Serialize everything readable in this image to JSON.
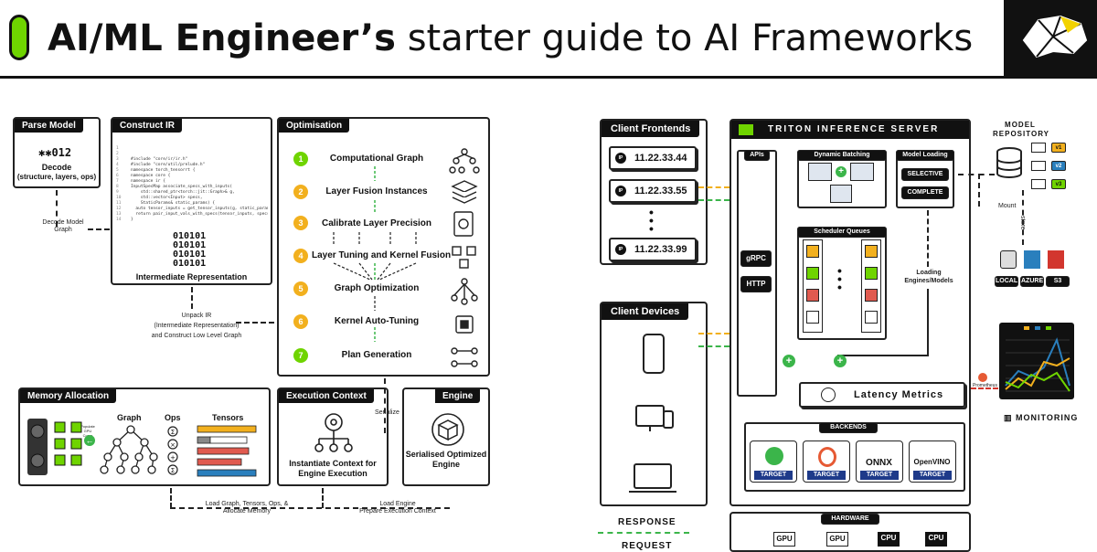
{
  "header": {
    "title_bold": "AI/ML Engineer’s",
    "title_rest": "starter guide to AI Frameworks",
    "accent_color": "#6fd400",
    "logo_icon": "brain-logo-icon"
  },
  "left": {
    "parse_model": {
      "title": "Parse Model",
      "glyph": "✱✱012",
      "label": "Decode",
      "sub": "(structure, layers, ops)"
    },
    "decode_edge": "Decode Model\nGraph",
    "construct_ir": {
      "title": "Construct IR",
      "code": [
        "#include \"core/ir/ir.h\"",
        "#include \"core/util/prelude.h\"",
        "",
        "namespace torch_tensorrt {",
        "namespace core {",
        "namespace ir {",
        "",
        "InputSpecMap associate_specs_with_inputs(",
        "    std::shared_ptr<torch::jit::Graph>& g,",
        "    std::vector<Input> specs,",
        "    StaticParams& static_params) {",
        "  auto tensor_inputs = get_tensor_inputs(g, static_params);",
        "  return pair_input_vals_with_specs(tensor_inputs, specs);",
        "}"
      ],
      "line_numbers": [
        "1",
        "2",
        "3",
        "4",
        "5",
        "6",
        "7",
        "8",
        "9",
        "10",
        "11",
        "12",
        "13",
        "14"
      ],
      "binary": [
        "010101",
        "010101",
        "010101",
        "010101"
      ],
      "label": "Intermediate Representation"
    },
    "unpack_edge": [
      "Unpack IR",
      "(Intermediate Representation)",
      "and Construct Low Level Graph"
    ],
    "optimisation": {
      "title": "Optimisation",
      "steps": [
        {
          "n": "1",
          "label": "Computational Graph",
          "icon": "tree-graph-icon"
        },
        {
          "n": "2",
          "label": "Layer Fusion Instances",
          "icon": "layers-icon"
        },
        {
          "n": "3",
          "label": "Calibrate Layer Precision",
          "icon": "document-gear-icon"
        },
        {
          "n": "4",
          "label": "Layer Tuning and Kernel Fusion",
          "icon": "cubes-icon"
        },
        {
          "n": "5",
          "label": "Graph Optimization",
          "icon": "network-graph-icon"
        },
        {
          "n": "6",
          "label": "Kernel Auto-Tuning",
          "icon": "chip-icon"
        },
        {
          "n": "7",
          "label": "Plan Generation",
          "icon": "plan-flow-icon"
        }
      ]
    },
    "memory": {
      "title": "Memory Allocation",
      "populate": "Populate GPU Cores",
      "graph": "Graph",
      "ops": "Ops",
      "tensors": "Tensors"
    },
    "execution": {
      "title": "Execution Context",
      "label": "Instantiate Context for Engine Execution"
    },
    "engine": {
      "title": "Engine",
      "label": "Serialised Optimized Engine"
    },
    "serialize_edge": "Serialize",
    "bottom_edges": {
      "load_graph": "Load Graph, Tensors, Ops, & Allocate Memory",
      "load_engine": "Load Engine\nPrepare Execution Context"
    }
  },
  "right": {
    "client_frontends": {
      "title": "Client Frontends",
      "ips": [
        "11.22.33.44",
        "11.22.33.55",
        "11.22.33.99"
      ]
    },
    "client_devices": {
      "title": "Client Devices"
    },
    "response": "RESPONSE",
    "request": "REQUEST",
    "triton": {
      "title": "TRITON INFERENCE SERVER",
      "apis": "APIs",
      "grpc": "gRPC",
      "http": "HTTP",
      "dynamic_batching": "Dynamic Batching",
      "model_loading": "Model Loading",
      "selective": "SELECTIVE",
      "complete": "COMPLETE",
      "scheduler": "Scheduler Queues",
      "loading": "Loading\nEngines/Models",
      "latency": "Latency Metrics",
      "backends": "BACKENDS",
      "targets": [
        {
          "name": "TensorRT",
          "label": "TARGET"
        },
        {
          "name": "PyTorch",
          "label": "TARGET"
        },
        {
          "name": "ONNX",
          "label": "TARGET"
        },
        {
          "name": "OpenVINO",
          "label": "TARGET"
        }
      ],
      "hardware": "HARDWARE",
      "hw_chips": [
        "GPU",
        "GPU",
        "CPU",
        "CPU"
      ]
    },
    "repository": {
      "title": "MODEL\nREPOSITORY",
      "versions": [
        "v1",
        "v2",
        "v3"
      ],
      "mount": "Mount",
      "store": "store",
      "storage": [
        "LOCAL",
        "AZURE",
        "S3"
      ]
    },
    "monitoring": {
      "label": "MONITORING",
      "prometheus": "Prometheus",
      "legend": [
        "",
        "",
        ""
      ]
    }
  }
}
